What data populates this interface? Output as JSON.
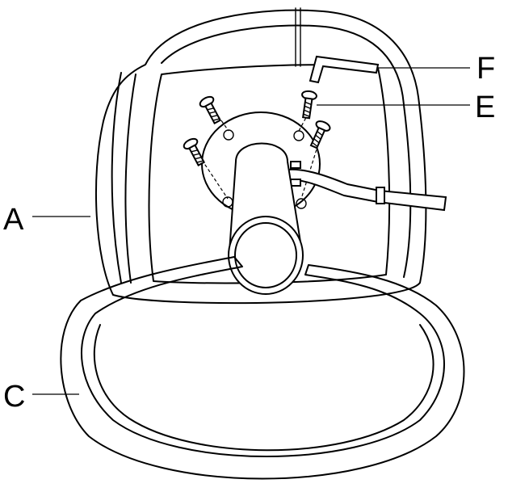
{
  "labels": {
    "seat": "A",
    "footrest": "C",
    "screw": "E",
    "hex_key": "F"
  },
  "icons": [
    "screw-icon",
    "hex-key-icon",
    "gas-lift-icon",
    "lever-icon"
  ]
}
